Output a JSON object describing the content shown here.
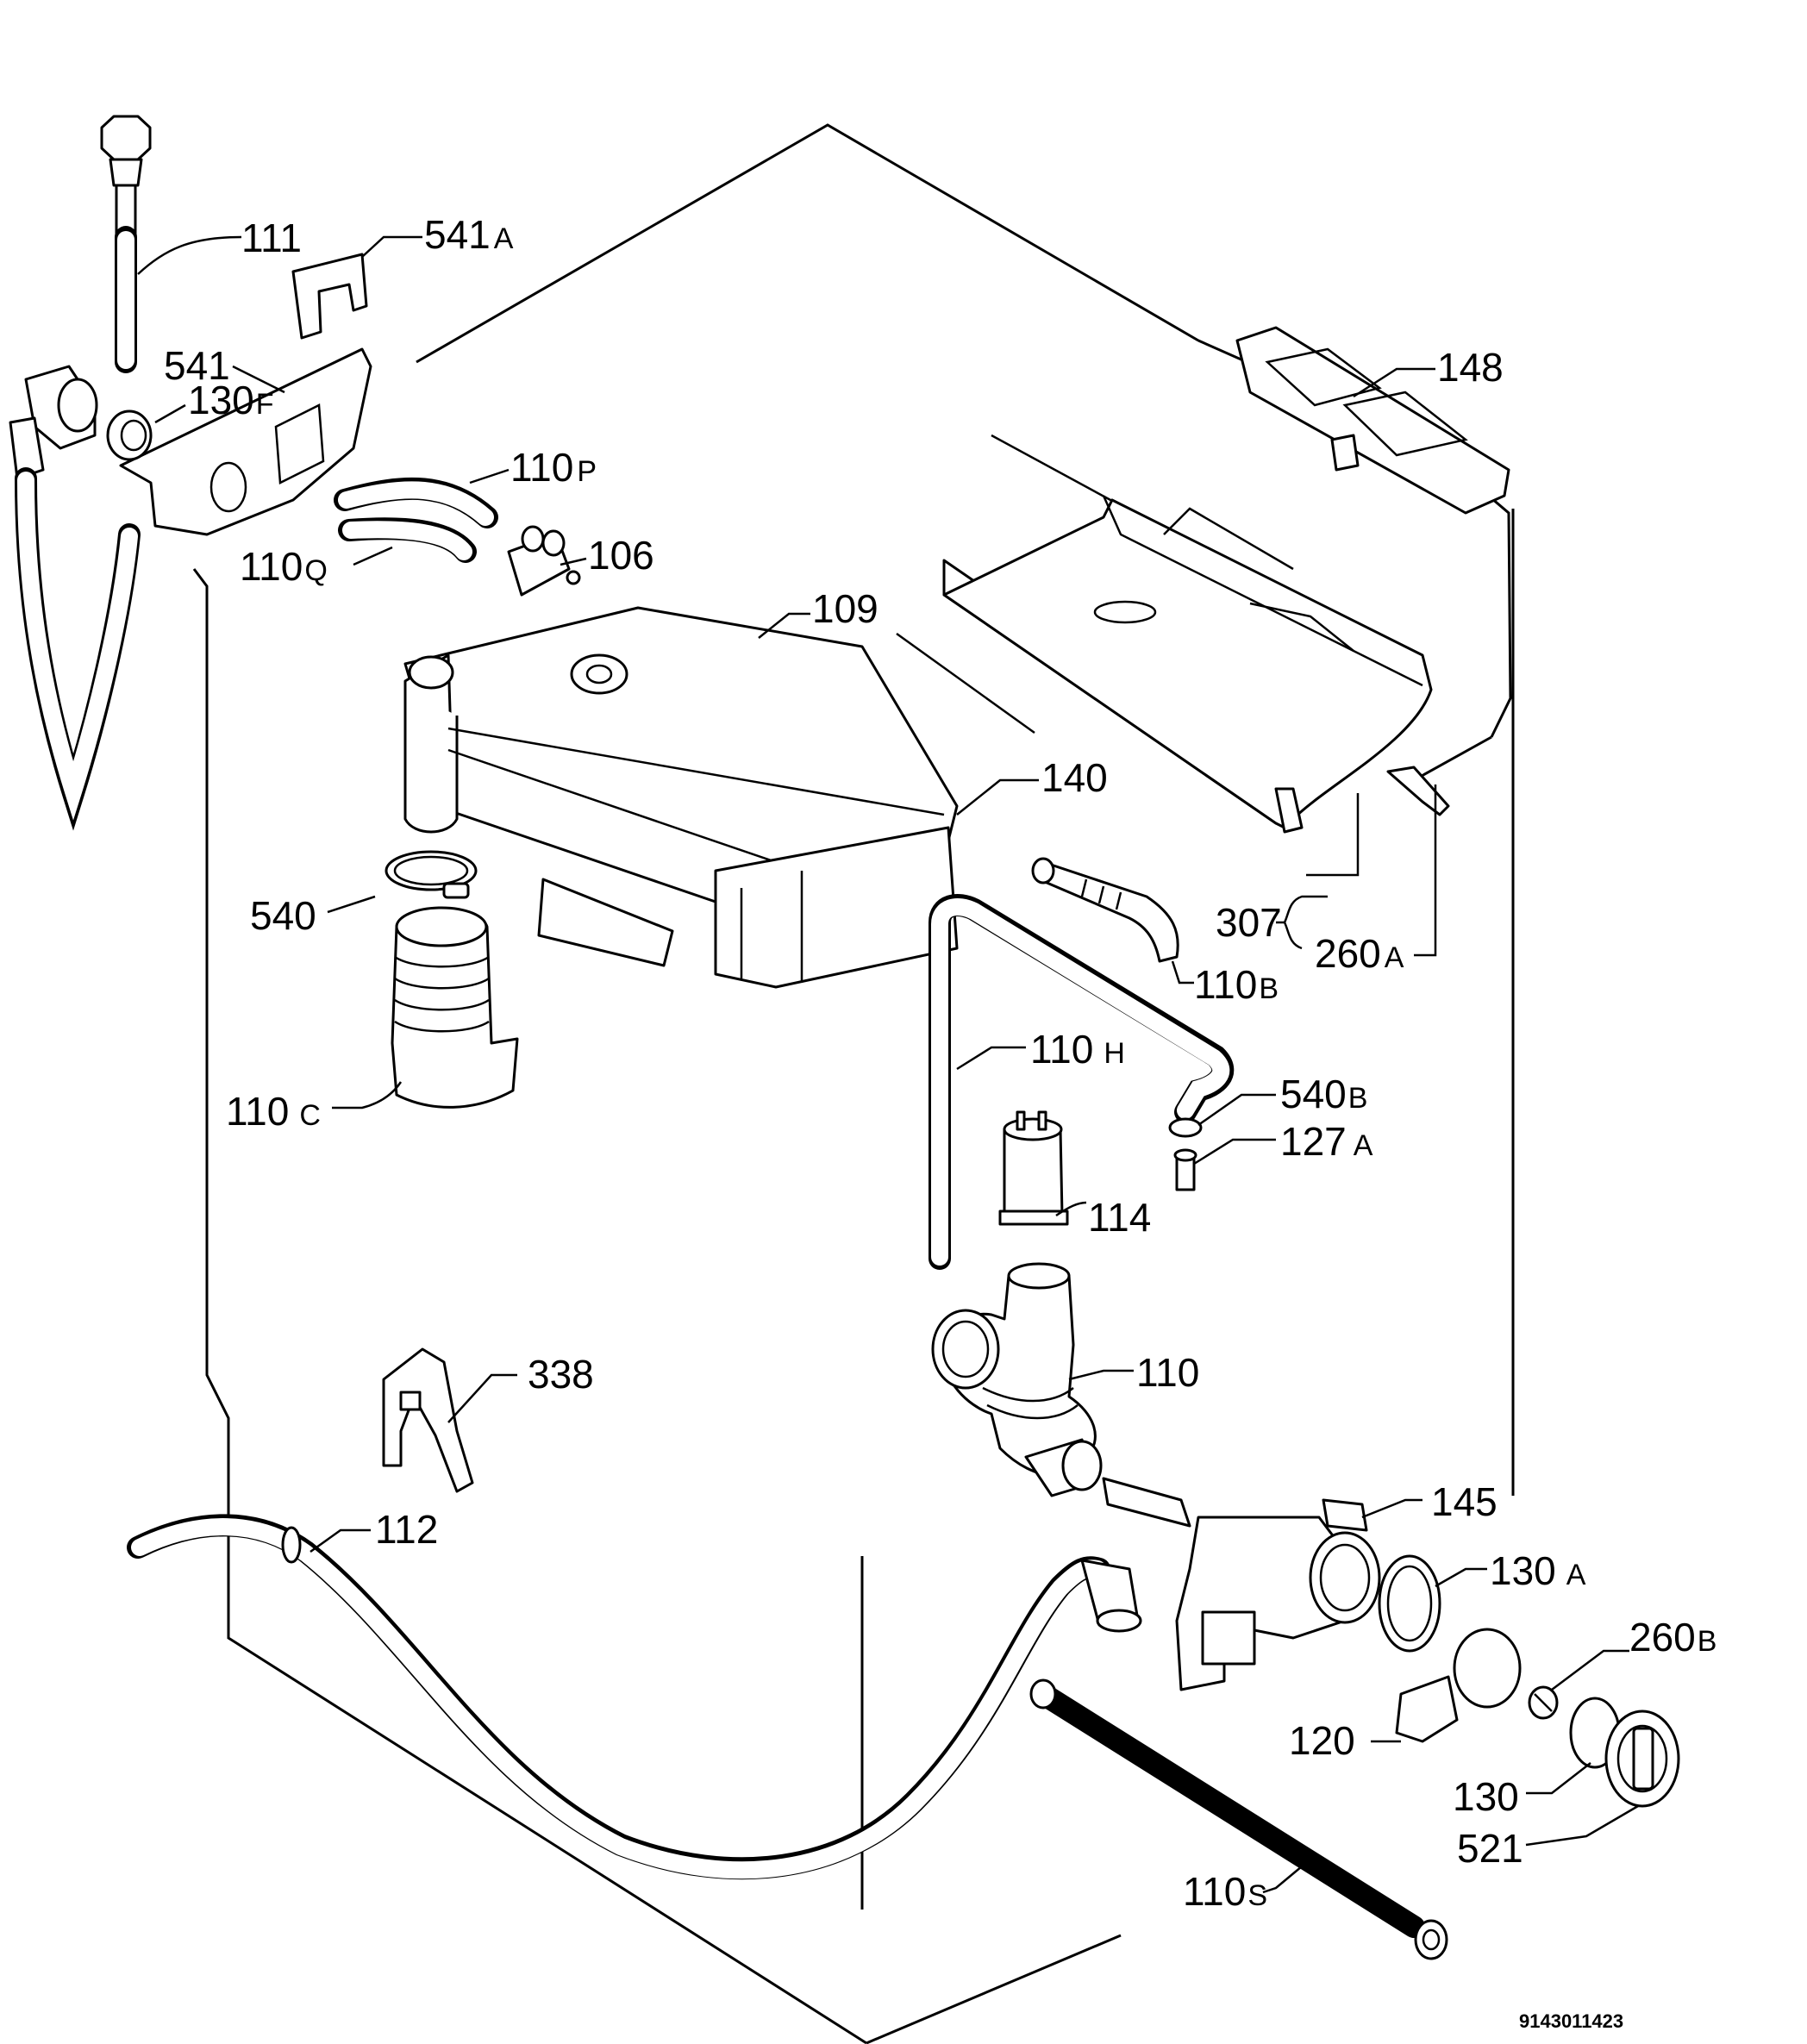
{
  "labels": {
    "p111": "111",
    "p541A": "541",
    "p541A_suffix": "A",
    "p541": "541",
    "p130F": "130",
    "p130F_suffix": "F",
    "p110P": "110",
    "p110P_suffix": "P",
    "p110Q": "110",
    "p110Q_suffix": "Q",
    "p106": "106",
    "p109": "109",
    "p148": "148",
    "p140": "140",
    "p540": "540",
    "p307": "307",
    "p260A": "260",
    "p260A_suffix": "A",
    "p110B": "110",
    "p110B_suffix": "B",
    "p110H": "110",
    "p110H_suffix": "H",
    "p110C": "110",
    "p110C_suffix": "C",
    "p540B": "540",
    "p540B_suffix": "B",
    "p127A": "127",
    "p127A_suffix": "A",
    "p114": "114",
    "p110": "110",
    "p338": "338",
    "p112": "112",
    "p145": "145",
    "p130A": "130",
    "p130A_suffix": "A",
    "p260B": "260",
    "p260B_suffix": "B",
    "p120": "120",
    "p130": "130",
    "p521": "521",
    "p110S": "110",
    "p110S_suffix": "S"
  },
  "document_number": "9143011423"
}
